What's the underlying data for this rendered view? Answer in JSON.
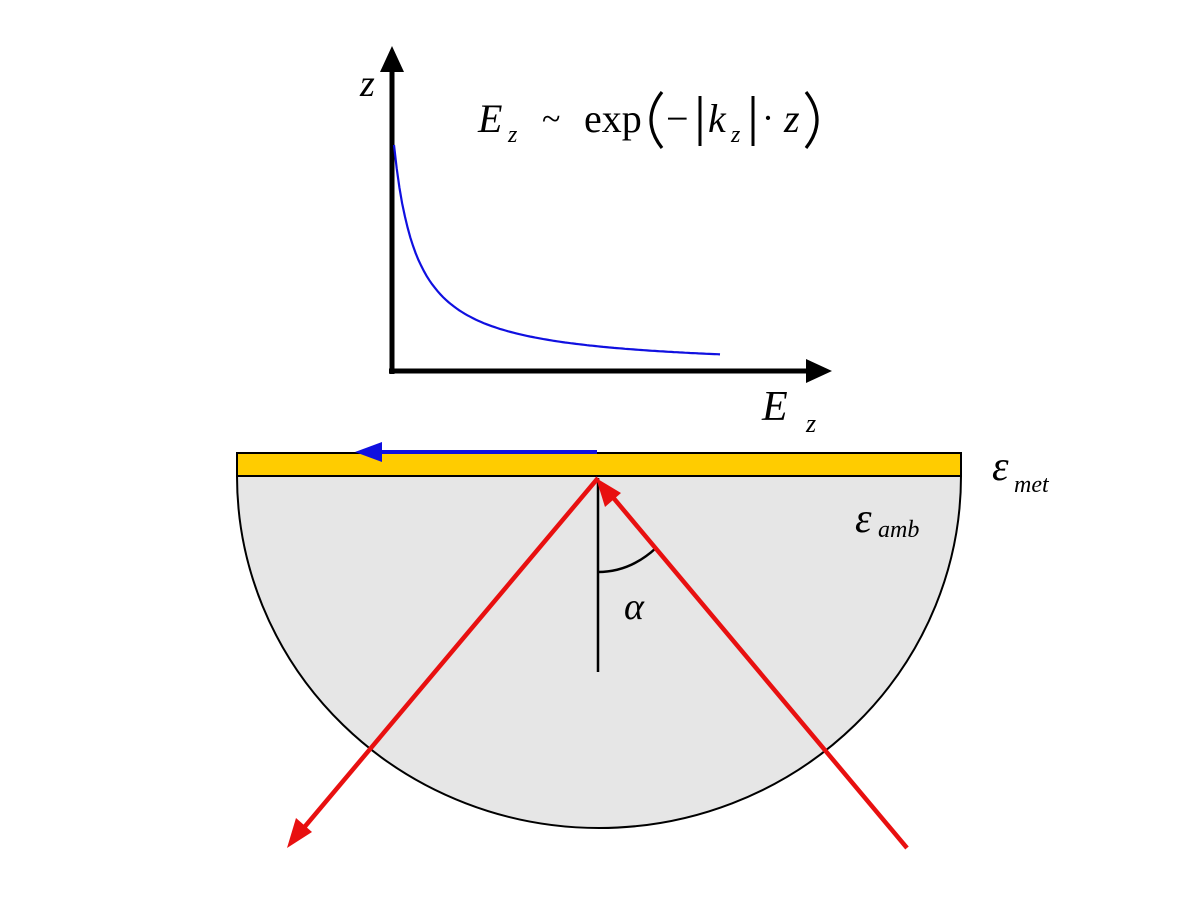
{
  "graph": {
    "y_axis_symbol": "z",
    "x_axis_symbol": "E",
    "x_axis_subscript": "z",
    "formula": {
      "lhs_symbol": "E",
      "lhs_subscript": "z",
      "relation": "~",
      "function": "exp",
      "minus": "−",
      "abs_symbol": "k",
      "abs_subscript": "z",
      "dot": "·",
      "var": "z"
    },
    "curve_color": "#1010e0"
  },
  "prism": {
    "metal_label_symbol": "ε",
    "metal_label_subscript": "met",
    "ambient_label_symbol": "ε",
    "ambient_label_subscript": "amb",
    "angle_label": "α",
    "metal_color": "#ffcc00",
    "prism_fill": "#e6e6e6",
    "beam_color": "#e81010",
    "surface_wave_color": "#1010e0"
  }
}
